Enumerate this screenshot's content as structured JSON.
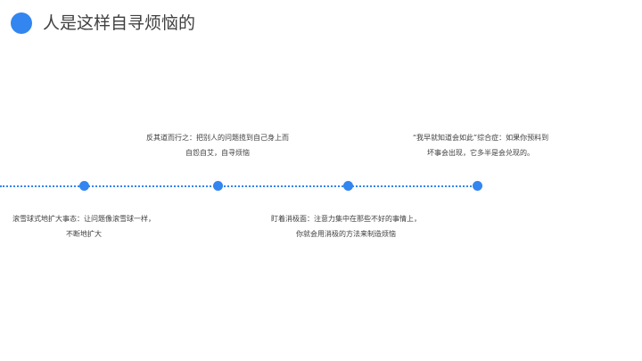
{
  "slide": {
    "title": "人是这样自寻烦恼的",
    "accent_color": "#3385f0",
    "items": [
      {
        "line1": "滚雪球式地扩大事态：让问题像滚雪球一样，",
        "line2": "不断地扩大"
      },
      {
        "line1": "反其道而行之：把别人的问题揽到自己身上而",
        "line2": "自怨自艾，自寻烦恼"
      },
      {
        "line1": "盯着消极面：注意力集中在那些不好的事情上，",
        "line2": "你就会用消极的方法来制造烦恼"
      },
      {
        "line1": "“我早就知道会如此”综合症：如果你预料到",
        "line2": "坏事会出现，它多半是会兑现的。"
      }
    ]
  }
}
